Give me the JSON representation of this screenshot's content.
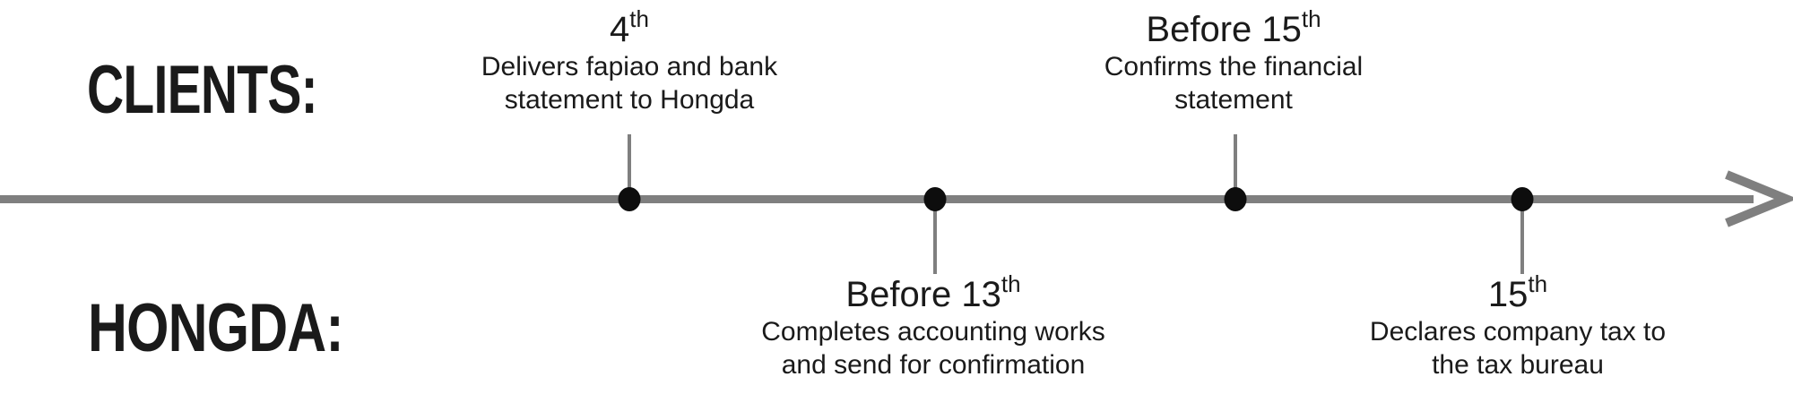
{
  "labels": {
    "clients": "CLIENTS:",
    "hongda": "HONGDA:"
  },
  "events": [
    {
      "id": "clients-day-4",
      "actor": "clients",
      "side": "top",
      "title": "4",
      "ordinal": "th",
      "desc": [
        "Delivers fapiao and bank",
        "statement to Hongda"
      ]
    },
    {
      "id": "clients-before-15",
      "actor": "clients",
      "side": "top",
      "title": "Before 15",
      "ordinal": "th",
      "desc": [
        "Confirms the financial",
        "statement"
      ]
    },
    {
      "id": "hongda-before-13",
      "actor": "hongda",
      "side": "bottom",
      "title": "Before 13",
      "ordinal": "th",
      "desc": [
        "Completes accounting works",
        "and send for confirmation"
      ]
    },
    {
      "id": "hongda-day-15",
      "actor": "hongda",
      "side": "bottom",
      "title": "15",
      "ordinal": "th",
      "desc": [
        "Declares company tax to",
        "the tax bureau"
      ]
    }
  ],
  "colors": {
    "line": "#7f7f7f",
    "dot": "#0d0d0d",
    "text": "#1a1a1a",
    "bg": "#ffffff"
  }
}
